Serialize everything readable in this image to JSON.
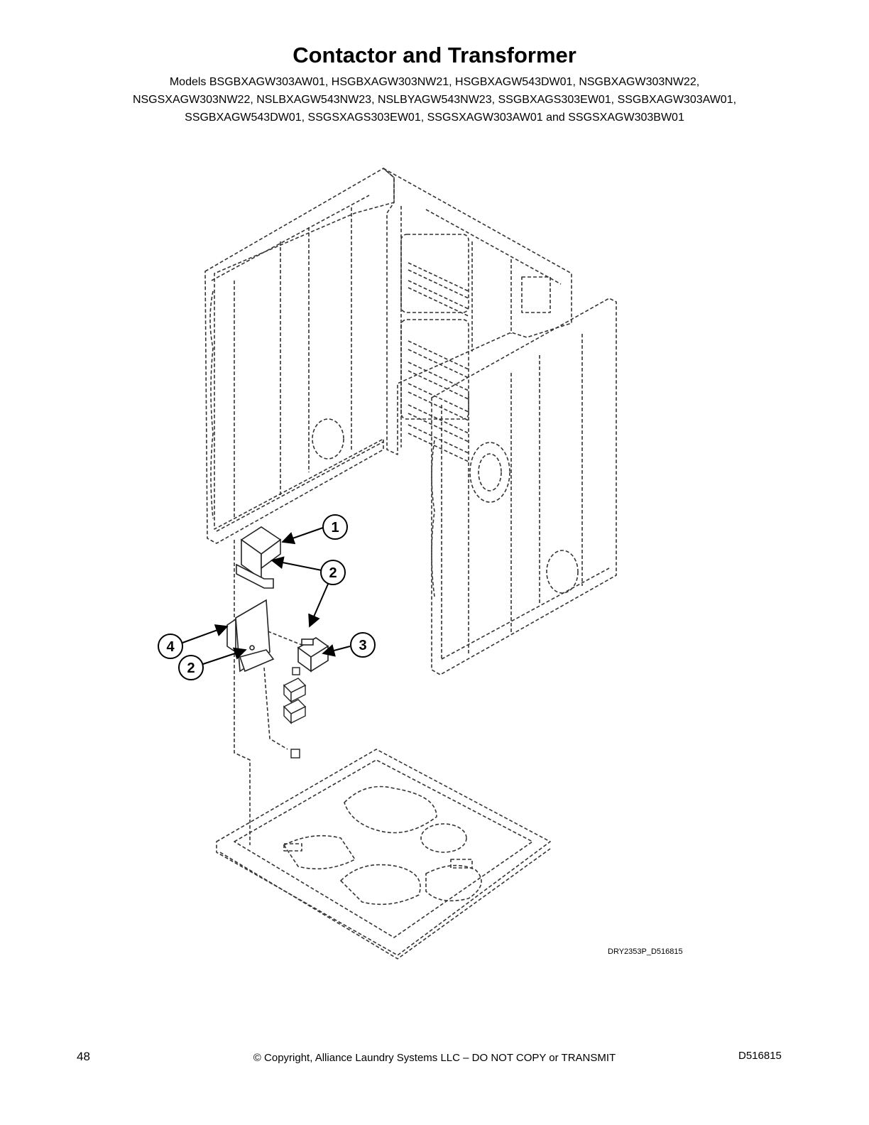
{
  "page": {
    "title": "Contactor and Transformer",
    "models_lines": [
      "Models BSGBXAGW303AW01, HSGBXAGW303NW21, HSGBXAGW543DW01, NSGBXAGW303NW22,",
      "NSGSXAGW303NW22, NSLBXAGW543NW23, NSLBYAGW543NW23, SSGBXAGS303EW01, SSGBXAGW303AW01,",
      "SSGBXAGW543DW01, SSGSXAGS303EW01, SSGSXAGW303AW01 and SSGSXAGW303BW01"
    ]
  },
  "diagram": {
    "drawing_id": "DRY2353P_D516815",
    "callouts": [
      "1",
      "2",
      "3",
      "4",
      "2"
    ]
  },
  "footer": {
    "page_number": "48",
    "copyright": "© Copyright, Alliance Laundry Systems LLC – DO NOT COPY or TRANSMIT",
    "doc_id": "D516815"
  }
}
